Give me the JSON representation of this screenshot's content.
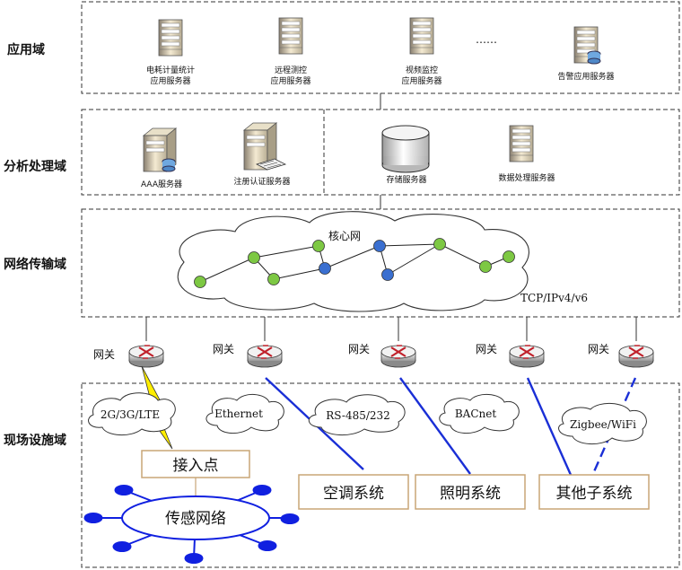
{
  "domains": {
    "application": "应用域",
    "analysis": "分析处理域",
    "network": "网络传输域",
    "field": "现场设施域"
  },
  "app_servers": [
    {
      "line1": "电耗计量统计",
      "line2": "应用服务器"
    },
    {
      "line1": "远程测控",
      "line2": "应用服务器"
    },
    {
      "line1": "视频监控",
      "line2": "应用服务器"
    },
    {
      "line1": "告警应用服务器",
      "line2": ""
    }
  ],
  "ellipsis": "……",
  "analysis_servers": {
    "aaa": "AAA服务器",
    "register": "注册认证服务器",
    "storage": "存储服务器",
    "data_processing": "数据处理服务器"
  },
  "network": {
    "core_label": "核心网",
    "protocol": "TCP/IPv4/v6"
  },
  "gateway_label": "网关",
  "field": {
    "clouds": [
      "2G/3G/LTE",
      "Ethernet",
      "RS-485/232",
      "BACnet",
      "Zigbee/WiFi"
    ],
    "access_point": "接入点",
    "sensor_network": "传感网络",
    "systems": [
      "空调系统",
      "照明系统",
      "其他子系统"
    ]
  },
  "colors": {
    "link_blue": "#1a2fd6",
    "node_green": "#7dc843",
    "node_blue": "#3a6fd0",
    "sensor_blue": "#1020e0",
    "lightning": "#ffee00",
    "box_border": "#c8a577"
  }
}
